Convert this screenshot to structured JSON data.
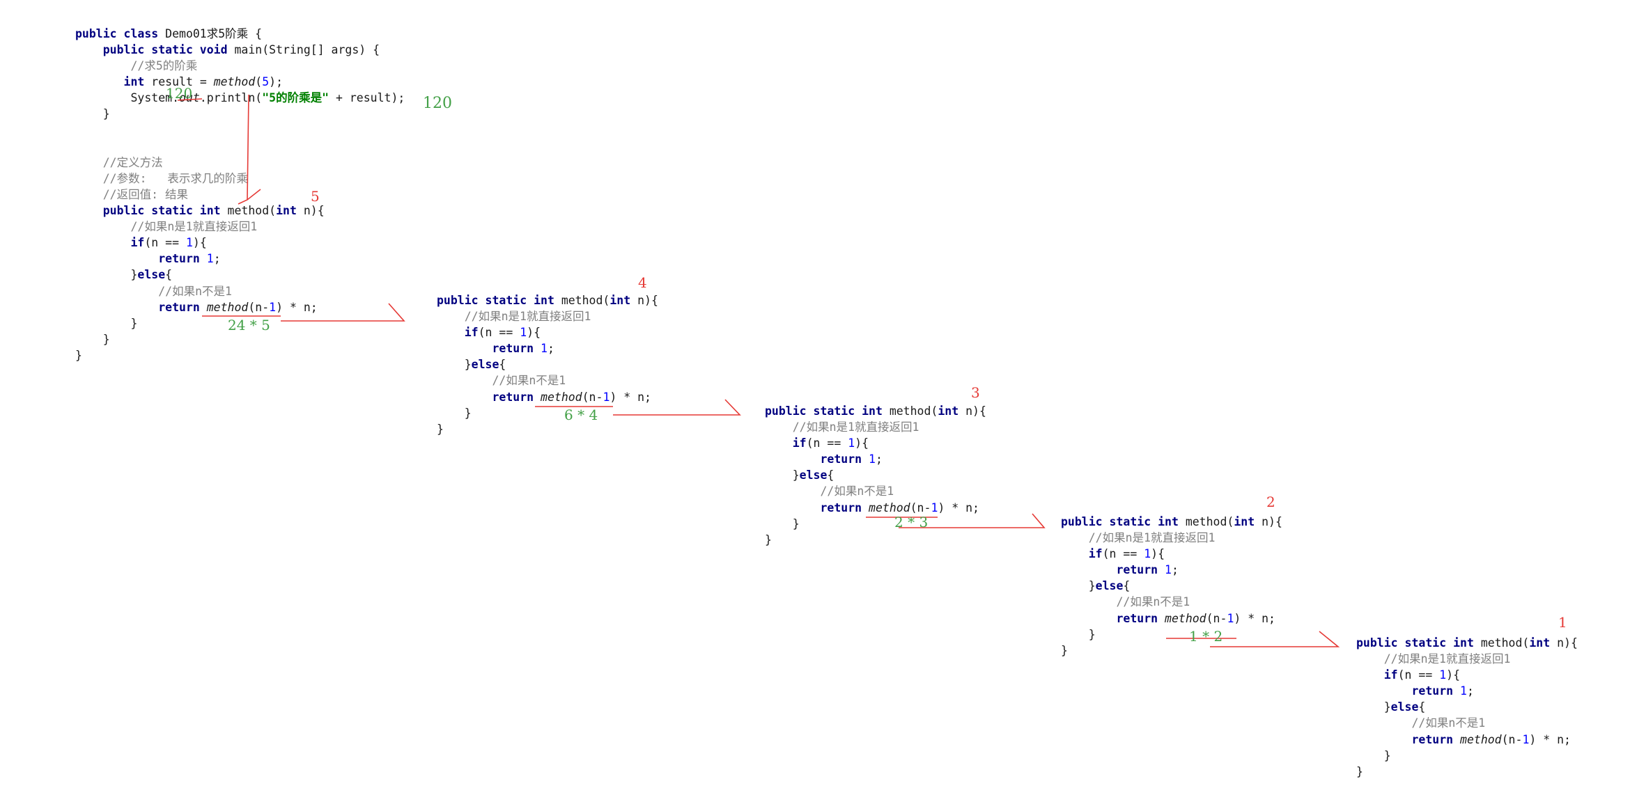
{
  "main_code": {
    "l1_kw": "public class ",
    "l1_name": "Demo01求5阶乘 {",
    "l2_kw": "    public static void ",
    "l2_rest": "main(String[] args) {",
    "l3_comment": "        //求5的阶乘",
    "l4_kw": "       int ",
    "l4_a": "result = ",
    "l4_call": "method",
    "l4_b": "(",
    "l4_num": "5",
    "l4_c": ");",
    "l5_a": "        System.",
    "l5_out": "out",
    "l5_b": ".println(",
    "l5_str": "\"5的阶乘是\"",
    "l5_c": " + result);",
    "l6": "    }",
    "c1": "    //定义方法",
    "c2": "    //参数:   表示求几的阶乘",
    "c3": "    //返回值: 结果",
    "m_kw": "    public static int ",
    "m_name": "method(",
    "m_kw2": "int ",
    "m_rest": "n){",
    "ifc": "        //如果n是1就直接返回1",
    "if_kw": "        if",
    "if_a": "(n == ",
    "if_num": "1",
    "if_b": "){",
    "ret_kw": "            return ",
    "ret_num": "1",
    "ret_end": ";",
    "else_a": "        }",
    "else_kw": "else",
    "else_b": "{",
    "elsec": "            //如果n不是1",
    "rec_kw": "            return ",
    "rec_call": "method",
    "rec_a": "(n-",
    "rec_num": "1",
    "rec_b": ") * n;",
    "close1": "        }",
    "close2": "    }",
    "close3": "}"
  },
  "method_block": {
    "m_kw": "public static int ",
    "m_name": "method(",
    "m_kw2": "int ",
    "m_rest": "n){",
    "ifc": "    //如果n是1就直接返回1",
    "if_kw": "    if",
    "if_a": "(n == ",
    "if_num": "1",
    "if_b": "){",
    "ret_kw": "        return ",
    "ret_num": "1",
    "ret_end": ";",
    "else_a": "    }",
    "else_kw": "else",
    "else_b": "{",
    "elsec": "        //如果n不是1",
    "rec_kw": "        return ",
    "rec_call": "method",
    "rec_a": "(n-",
    "rec_num": "1",
    "rec_b": ") * n;",
    "close1": "    }",
    "close2": "}"
  },
  "annotations": {
    "red_5": "5",
    "red_4": "4",
    "red_3": "3",
    "red_2": "2",
    "red_1": "1",
    "green_120_left": "120",
    "green_120_right": "120",
    "green_24x5": "24 * 5",
    "green_6x4": "6 * 4",
    "green_2x3": "2 * 3",
    "green_1x2": "1 * 2"
  },
  "colors": {
    "keyword": "#000080",
    "comment": "#808080",
    "number": "#0000ff",
    "string": "#008000",
    "arrow": "#e53935",
    "green_note": "#43a047"
  }
}
